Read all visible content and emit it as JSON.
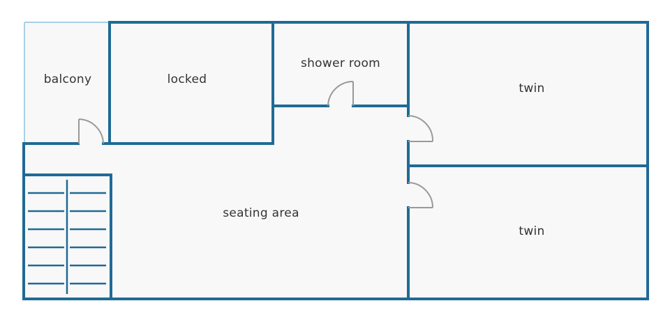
{
  "colors": {
    "wall": "#1f6a95",
    "balcony_wall": "#a9cfe3",
    "floor": "#f8f8f8",
    "door": "#999999",
    "text": "#333333"
  },
  "rooms": {
    "balcony": "balcony",
    "locked": "locked",
    "shower_room": "shower room",
    "twin_upper": "twin",
    "twin_lower": "twin",
    "seating_area": "seating area"
  }
}
